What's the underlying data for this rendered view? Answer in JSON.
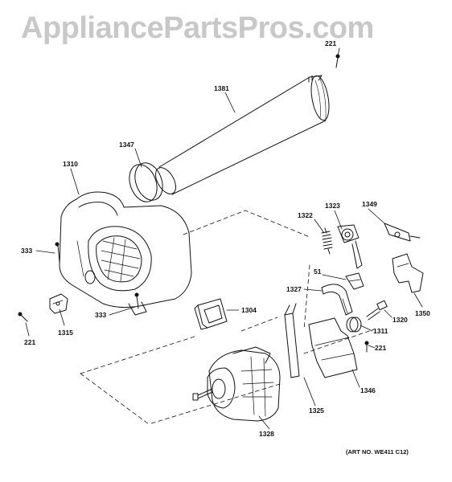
{
  "watermark": "AppliancePartsPros.com",
  "art_number": "(ART NO. WE411 C12)",
  "colors": {
    "line": "#111111",
    "watermark": "#c8c8c8",
    "background": "#ffffff"
  },
  "parts": {
    "p221_top": "221",
    "p1381": "1381",
    "p1347": "1347",
    "p1310": "1310",
    "p333_left": "333",
    "p1315": "1315",
    "p221_left": "221",
    "p333_bottom": "333",
    "p1304": "1304",
    "p1322": "1322",
    "p1323": "1323",
    "p1349": "1349",
    "p51": "51",
    "p1327": "1327",
    "p1350": "1350",
    "p1320": "1320",
    "p1311": "1311",
    "p221_right": "221",
    "p1346": "1346",
    "p1325": "1325",
    "p1328": "1328"
  }
}
